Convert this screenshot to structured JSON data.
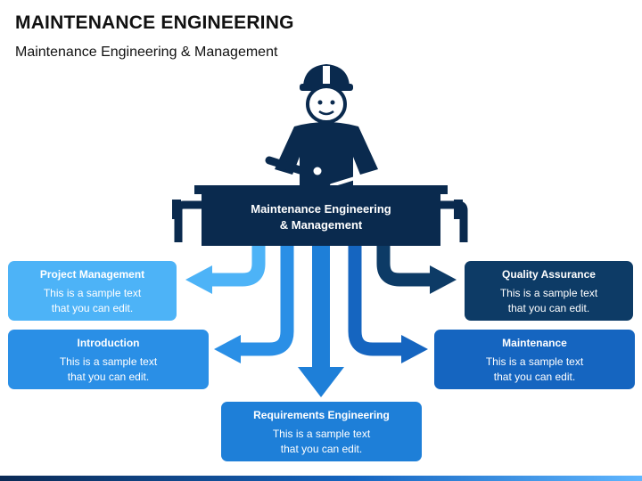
{
  "header": {
    "title": "MAINTENANCE ENGINEERING",
    "subtitle": "Maintenance Engineering & Management"
  },
  "center": {
    "line1": "Maintenance Engineering",
    "line2": "& Management",
    "icon": "engineer-with-wrench-icon"
  },
  "cards": {
    "project_management": {
      "title": "Project Management",
      "line1": "This is a sample text",
      "line2": "that you can edit."
    },
    "introduction": {
      "title": "Introduction",
      "line1": "This is a sample text",
      "line2": "that you can edit."
    },
    "requirements_engineering": {
      "title": "Requirements Engineering",
      "line1": "This is a sample text",
      "line2": "that you can edit."
    },
    "quality_assurance": {
      "title": "Quality Assurance",
      "line1": "This is a sample text",
      "line2": "that you can edit."
    },
    "maintenance": {
      "title": "Maintenance",
      "line1": "This is a sample text",
      "line2": "that you can edit."
    }
  },
  "colors": {
    "light_blue": "#3fa9f5",
    "mid_blue": "#1e88e5",
    "blue": "#1565c0",
    "dark_blue": "#0d3b66",
    "navy": "#0a2a4e"
  }
}
